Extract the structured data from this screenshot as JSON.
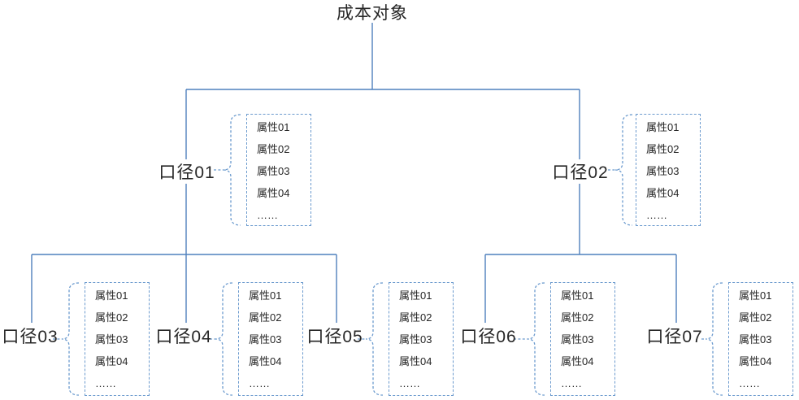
{
  "root": {
    "label": "成本对象"
  },
  "nodes": [
    {
      "label": "口径01",
      "attributes": [
        "属性01",
        "属性02",
        "属性03",
        "属性04",
        "……"
      ]
    },
    {
      "label": "口径02",
      "attributes": [
        "属性01",
        "属性02",
        "属性03",
        "属性04",
        "……"
      ]
    },
    {
      "label": "口径03",
      "attributes": [
        "属性01",
        "属性02",
        "属性03",
        "属性04",
        "……"
      ]
    },
    {
      "label": "口径04",
      "attributes": [
        "属性01",
        "属性02",
        "属性03",
        "属性04",
        "……"
      ]
    },
    {
      "label": "口径05",
      "attributes": [
        "属性01",
        "属性02",
        "属性03",
        "属性04",
        "……"
      ]
    },
    {
      "label": "口径06",
      "attributes": [
        "属性01",
        "属性02",
        "属性03",
        "属性04",
        "……"
      ]
    },
    {
      "label": "口径07",
      "attributes": [
        "属性01",
        "属性02",
        "属性03",
        "属性04",
        "……"
      ]
    }
  ],
  "colors": {
    "solid_line": "#4f81bd",
    "dashed_line": "#6b9ace",
    "text_color": "#262626"
  }
}
